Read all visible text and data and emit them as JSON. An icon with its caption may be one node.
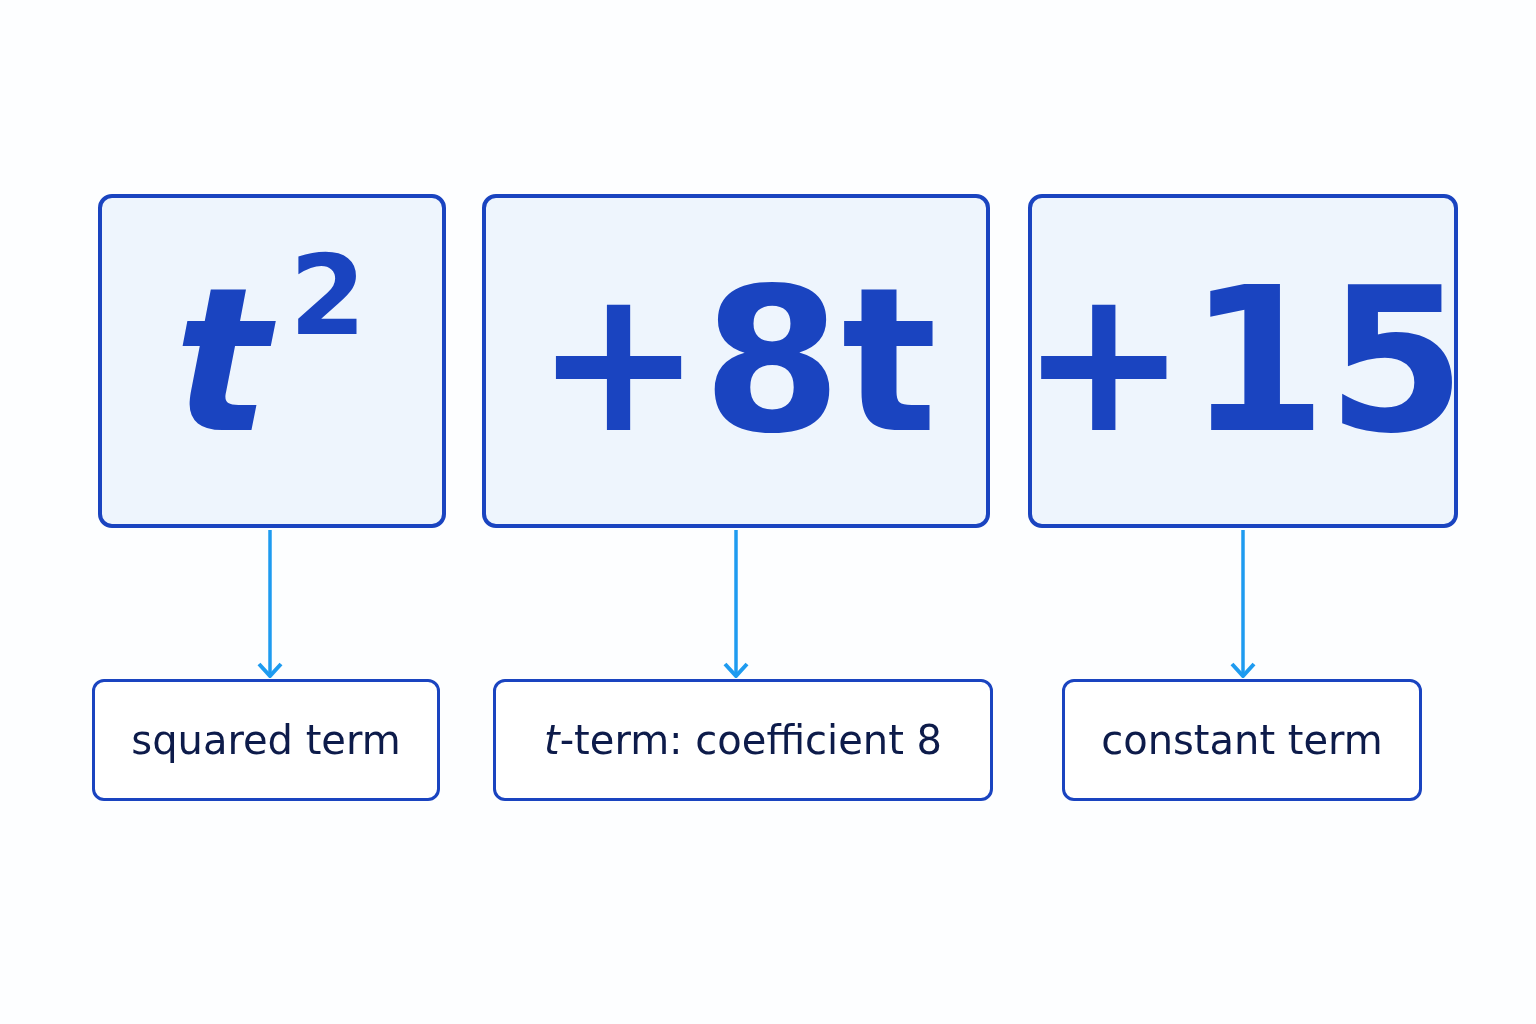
{
  "diagram": {
    "nodes": [
      {
        "text": [
          "*t*$^{2}$"
        ]
      },
      {
        "text": [
          "+8t"
        ]
      },
      {
        "text": [
          "+15"
        ]
      },
      {
        "text": [
          "squared term"
        ]
      },
      {
        "text": [
          "*t*-term: coefficient 8"
        ]
      },
      {
        "text": [
          "constant term"
        ]
      }
    ],
    "edges": [
      {
        "from": 0,
        "to": 3,
        "arrow": "to"
      },
      {
        "from": 1,
        "to": 4,
        "arrow": "to"
      },
      {
        "from": 2,
        "to": 5,
        "arrow": "to"
      }
    ]
  }
}
